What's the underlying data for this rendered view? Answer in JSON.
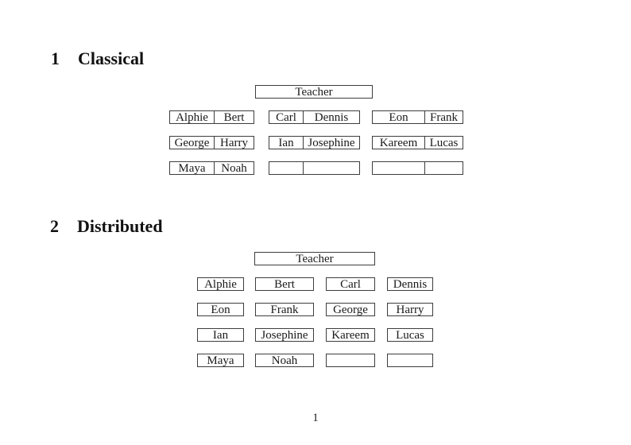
{
  "page_number": "1",
  "sections": {
    "classical": {
      "number": "1",
      "title": "Classical",
      "teacher": "Teacher",
      "rows": [
        [
          [
            "Alphie",
            "Bert"
          ],
          [
            "Carl",
            "Dennis"
          ],
          [
            "Eon",
            "Frank"
          ]
        ],
        [
          [
            "George",
            "Harry"
          ],
          [
            "Ian",
            "Josephine"
          ],
          [
            "Kareem",
            "Lucas"
          ]
        ],
        [
          [
            "Maya",
            "Noah"
          ],
          [
            "",
            ""
          ],
          [
            "",
            ""
          ]
        ]
      ]
    },
    "distributed": {
      "number": "2",
      "title": "Distributed",
      "teacher": "Teacher",
      "rows": [
        [
          "Alphie",
          "Bert",
          "Carl",
          "Dennis"
        ],
        [
          "Eon",
          "Frank",
          "George",
          "Harry"
        ],
        [
          "Ian",
          "Josephine",
          "Kareem",
          "Lucas"
        ],
        [
          "Maya",
          "Noah",
          "",
          ""
        ]
      ]
    }
  }
}
